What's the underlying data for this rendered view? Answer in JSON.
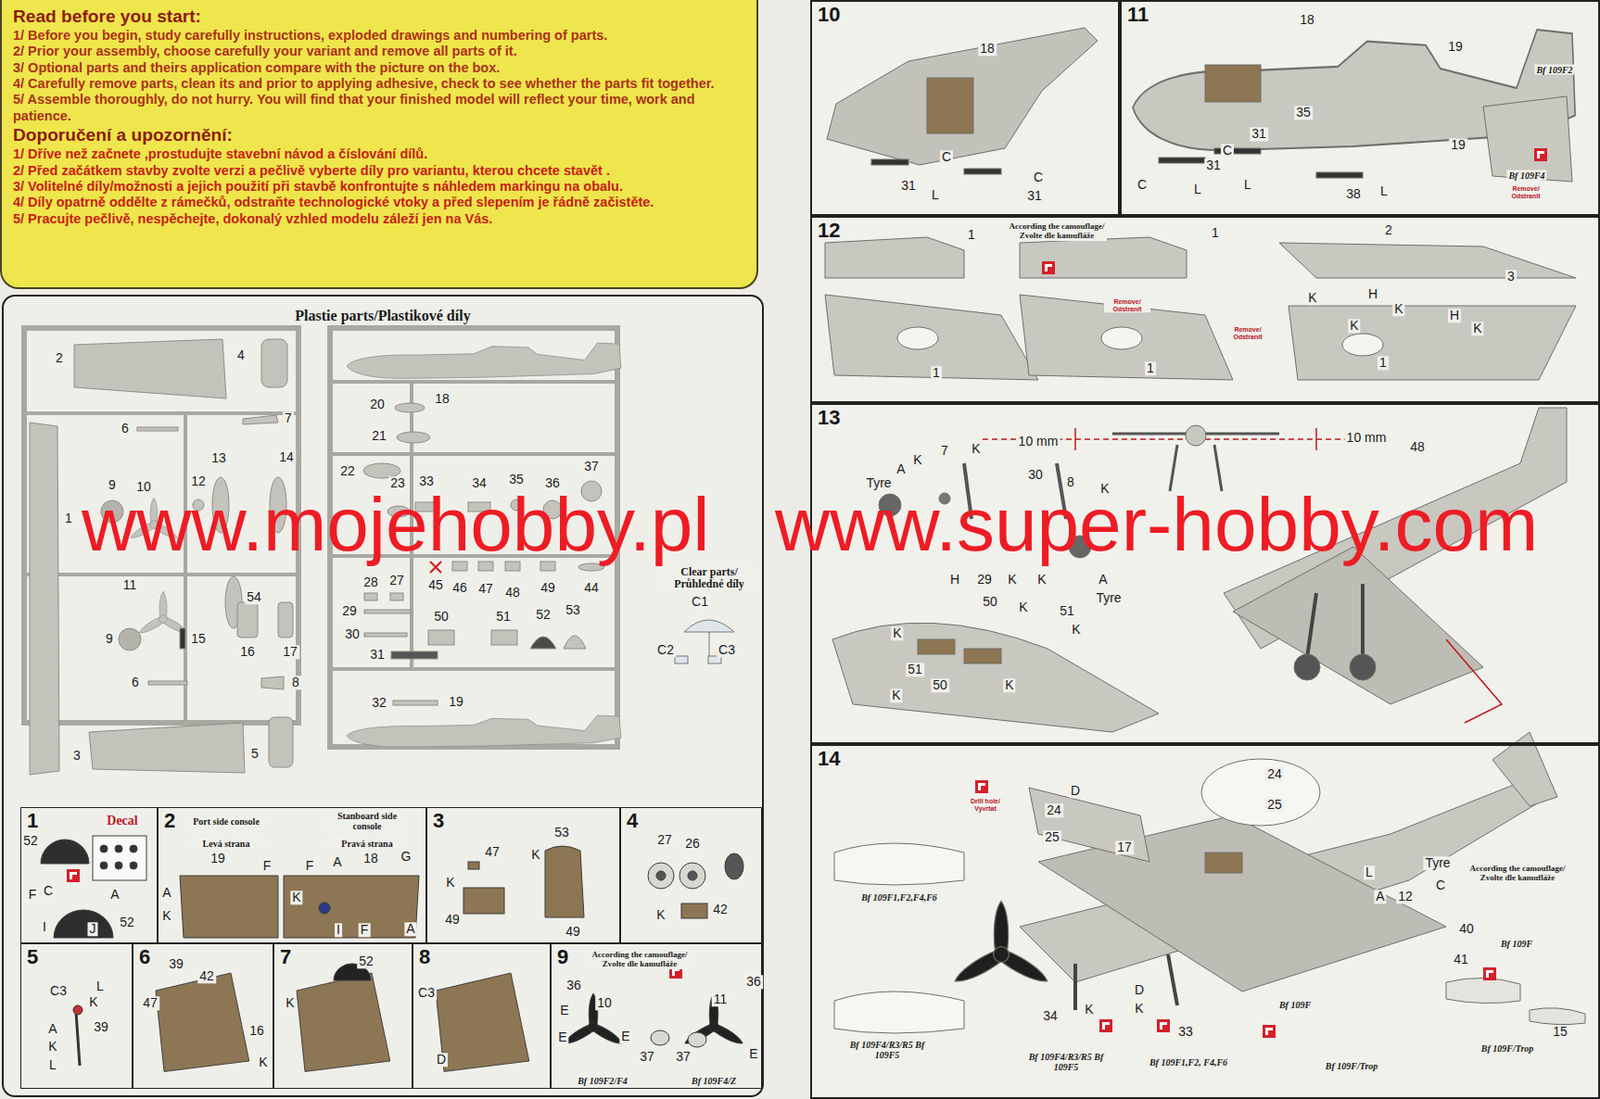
{
  "diagram": {
    "nodes": [
      {
        "text": [
          "Read before you start:",
          "1/ Before you begin, study carefully instructions, exploded drawings and numbering of parts.",
          "2/ Prior your assembly, choose carefully your variant and remove all parts of it.",
          "3/ Optional parts and theirs application compare with the picture on the box.",
          "4/ Carefully remove parts, clean its and prior to applying adhesive, check to see whether the parts fit together.",
          "5/ Assemble thoroughly, do not hurry. You will find that your finished model will reflect your time, work and patience.",
          "Doporučení a upozornění:",
          "1/ Dříve než začnete ,prostudujte stavební návod a číslování dílů.",
          "2/ Před začátkem stavby zvolte verzi a pečlivě vyberte díly pro variantu, kterou chcete stavět .",
          "3/ Volitelné díly/možnosti a jejich použití při stavbě konfrontujte s náhledem markingu na obalu.",
          "4/ Díly opatrně oddělte z rámečků, odstraňte technologické vtoky a před slepením je řádně začistěte.",
          "5/ Pracujte pečlivě, nespěchejte, dokonalý vzhled modelu záleží jen na Vás."
        ]
      },
      {
        "text": [
          "Plastie parts/Plastikové díly"
        ]
      },
      {
        "text": [
          "1"
        ],
        "in": 1
      },
      {
        "text": [
          "2"
        ],
        "in": 1
      },
      {
        "text": [
          "3"
        ],
        "in": 1
      },
      {
        "text": [
          "4"
        ],
        "in": 1
      },
      {
        "text": [
          "5"
        ],
        "in": 1
      },
      {
        "text": [
          "6"
        ],
        "in": 1
      },
      {
        "text": [
          "7"
        ],
        "in": 1
      },
      {
        "text": [
          "8"
        ],
        "in": 1
      },
      {
        "text": [
          "9"
        ],
        "in": 1
      },
      {
        "text": [
          "10"
        ]
      },
      {
        "text": [
          "11"
        ]
      },
      {
        "text": [
          "12"
        ]
      },
      {
        "text": [
          "13"
        ]
      },
      {
        "text": [
          "14"
        ]
      }
    ],
    "labels": [
      "Clear parts/ Průhledné díly",
      "2",
      "4",
      "7",
      "6",
      "13",
      "14",
      "9",
      "10",
      "12",
      "1",
      "9",
      "11",
      "15",
      "54",
      "16",
      "17",
      "6",
      "8",
      "3",
      "5",
      "18",
      "20",
      "21",
      "22",
      "23",
      "33",
      "34",
      "35",
      "36",
      "37",
      "28",
      "27",
      "45",
      "46",
      "47",
      "48",
      "49",
      "44",
      "29",
      "30",
      "31",
      "50",
      "51",
      "52",
      "53",
      "32",
      "19",
      "C1",
      "C2",
      "C3",
      "Decal",
      "52",
      "F",
      "C",
      "A",
      "52",
      "I",
      "J",
      "Port side console",
      "Levá strana",
      "Stanboard side console",
      "Pravá strana",
      "19",
      "F",
      "A",
      "K",
      "F",
      "A",
      "18",
      "G",
      "K",
      "I",
      "F",
      "A",
      "47",
      "53",
      "K",
      "K",
      "49",
      "49",
      "27",
      "26",
      "K",
      "42",
      "C3",
      "L",
      "K",
      "A",
      "39",
      "K",
      "L",
      "39",
      "42",
      "47",
      "16",
      "K",
      "52",
      "K",
      "C3",
      "D",
      "According the camouflage/ Zvolte dle kamufláže",
      "36",
      "10",
      "E",
      "E",
      "37",
      "11",
      "36",
      "37",
      "E",
      "E",
      "Bf 109F2/F4",
      "Bf 109F4/Z",
      "18",
      "C",
      "31",
      "L",
      "C",
      "31",
      "18",
      "19",
      "Bf 109F2",
      "35",
      "31",
      "C",
      "31",
      "C",
      "L",
      "L",
      "38",
      "L",
      "19",
      "Bf 109F4",
      "Remove/ Odstranit",
      "1",
      "According the camouflage/ Zvolte dle kamufláže",
      "1",
      "2",
      "3",
      "K",
      "H",
      "K",
      "H",
      "K",
      "K",
      "1",
      "1",
      "1",
      "Remove/ Odstranit",
      "Remove/ Odstranit",
      "10 mm",
      "10 mm",
      "48",
      "Tyre",
      "A",
      "K",
      "7",
      "K",
      "30",
      "8",
      "K",
      "H",
      "29",
      "K",
      "K",
      "A",
      "Tyre",
      "50",
      "K",
      "51",
      "K",
      "K",
      "K",
      "51",
      "50",
      "K",
      "Drill hole/ Vyvrtat",
      "24",
      "D",
      "25",
      "17",
      "24",
      "25",
      "Bf 109F1,F2,F4,F6",
      "Bf 109F4/R3/R5 Bf 109F5",
      "According the camouflage/ Zvolte dle kamufláže",
      "Tyre",
      "L",
      "A",
      "12",
      "C",
      "40",
      "Bf 109F",
      "41",
      "15",
      "Bf 109F/Trop",
      "34",
      "K",
      "D",
      "K",
      "33",
      "Bf 109F4/R3/R5 Bf 109F5",
      "Bf 109F1,F2, F4,F6",
      "Bf 109F",
      "Bf 109F/Trop",
      "www.mojehobby.pl",
      "www.super-hobby.com"
    ]
  }
}
